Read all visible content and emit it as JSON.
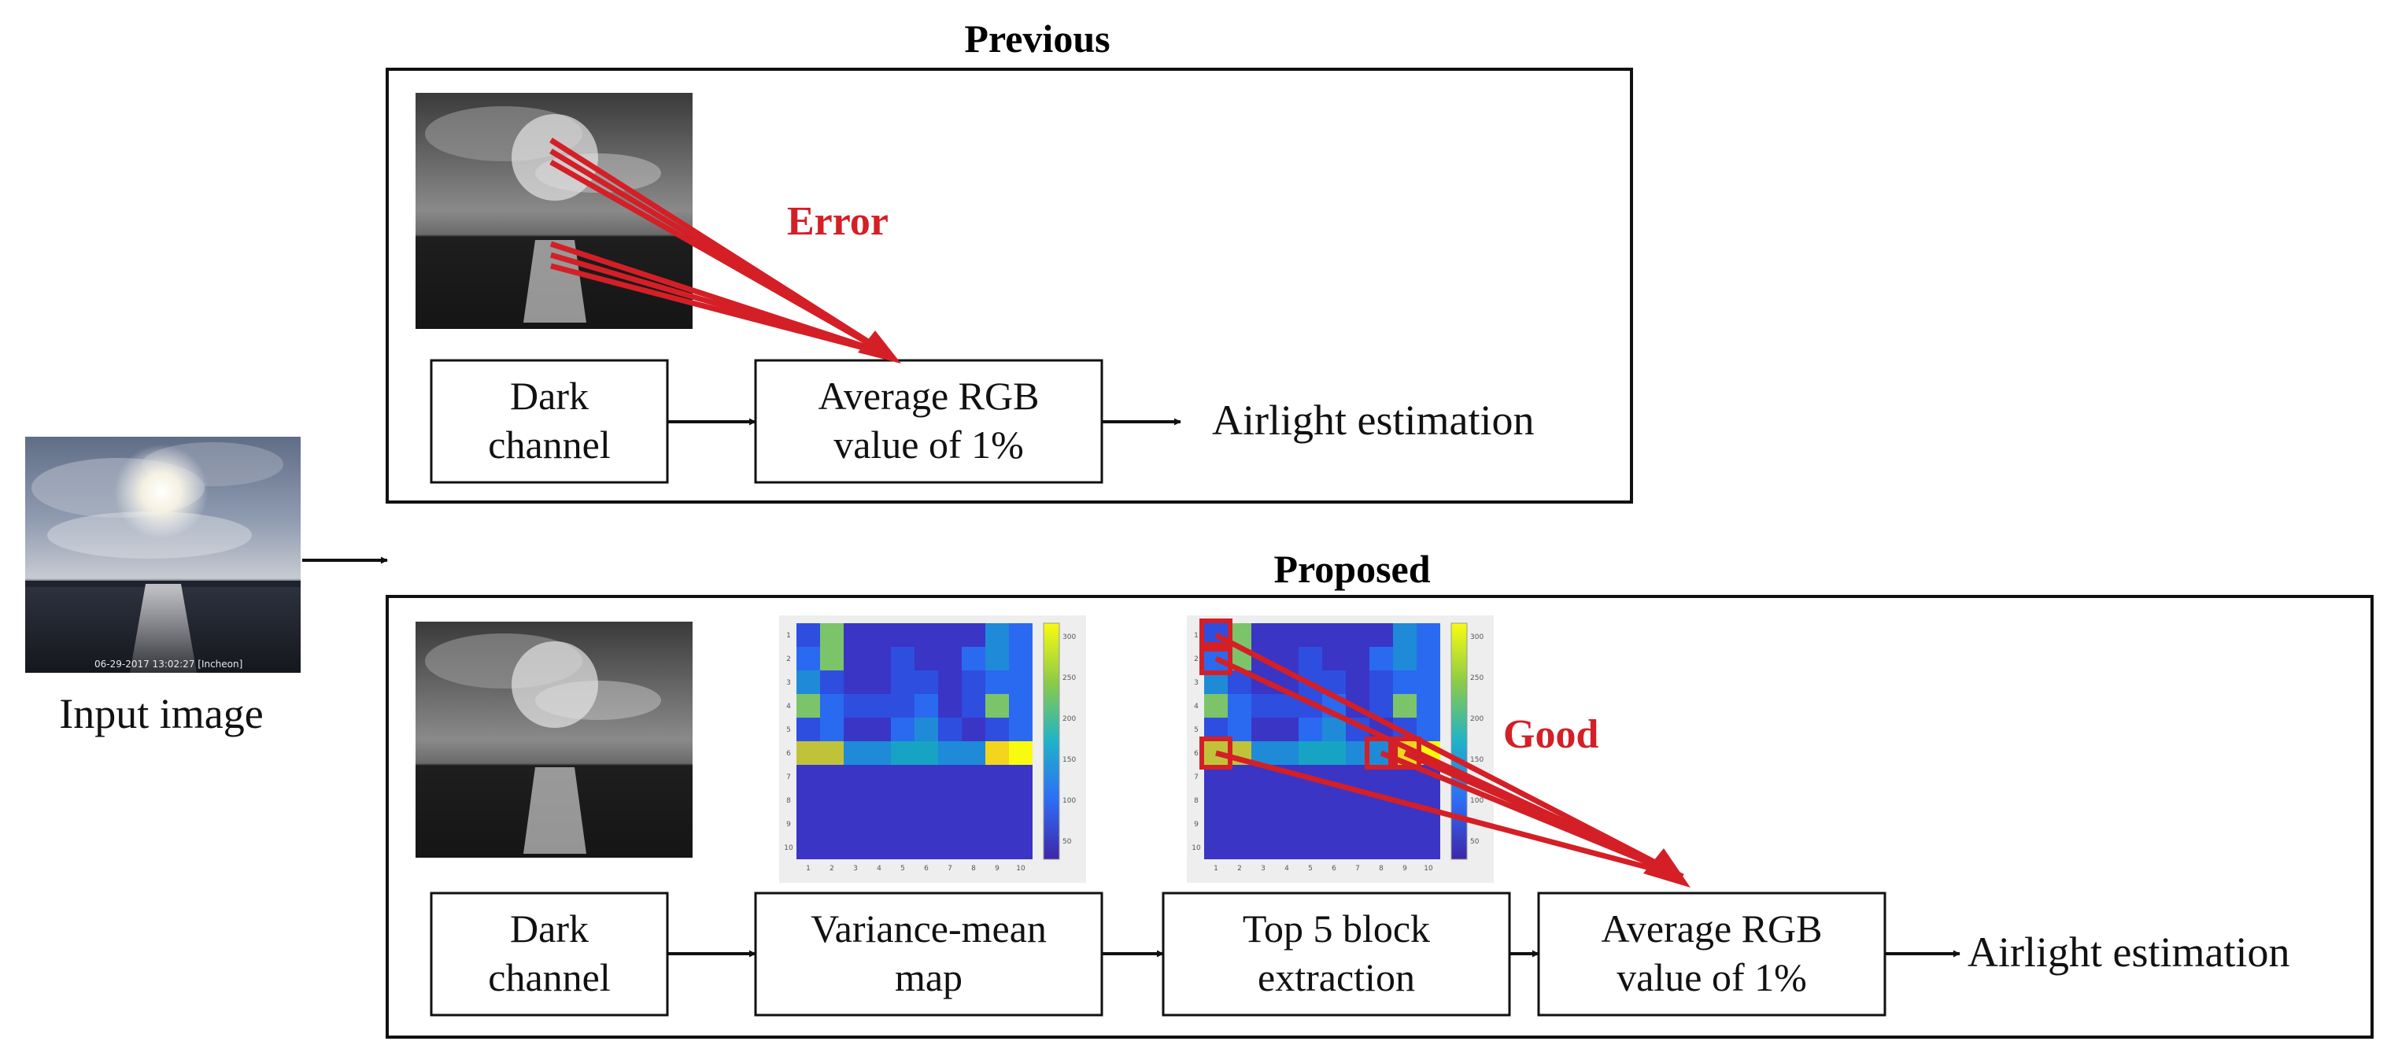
{
  "colors": {
    "accent": "#d41f26",
    "frame": "#111111"
  },
  "input_image": {
    "label": "Input image",
    "timestamp": "06-29-2017 13:02:27 [Incheon]"
  },
  "previous": {
    "title": "Previous",
    "annotation": "Error",
    "steps": [
      {
        "line1": "Dark",
        "line2": "channel"
      },
      {
        "line1": "Average RGB",
        "line2": "value of 1%"
      }
    ],
    "output": "Airlight estimation"
  },
  "proposed": {
    "title": "Proposed",
    "annotation": "Good",
    "steps": [
      {
        "line1": "Dark",
        "line2": "channel"
      },
      {
        "line1": "Variance-mean",
        "line2": "map"
      },
      {
        "line1": "Top 5 block",
        "line2": "extraction"
      },
      {
        "line1": "Average RGB",
        "line2": "value of 1%"
      }
    ],
    "output": "Airlight estimation"
  },
  "heatmap": {
    "row_ticks": [
      "1",
      "2",
      "3",
      "4",
      "5",
      "6",
      "7",
      "8",
      "9",
      "10"
    ],
    "col_ticks": [
      "1",
      "2",
      "3",
      "4",
      "5",
      "6",
      "7",
      "8",
      "9",
      "10"
    ],
    "colorbar_ticks": [
      "300",
      "250",
      "200",
      "150",
      "100",
      "50"
    ],
    "grid": [
      [
        2,
        7,
        1,
        1,
        1,
        1,
        1,
        1,
        4,
        3
      ],
      [
        3,
        7,
        1,
        1,
        2,
        1,
        1,
        3,
        4,
        3
      ],
      [
        4,
        2,
        1,
        1,
        2,
        2,
        1,
        2,
        3,
        3
      ],
      [
        7,
        3,
        2,
        2,
        2,
        3,
        1,
        2,
        7,
        3
      ],
      [
        2,
        3,
        1,
        1,
        3,
        4,
        2,
        1,
        2,
        3
      ],
      [
        8,
        8,
        4,
        4,
        5,
        5,
        4,
        4,
        9,
        10
      ],
      [
        1,
        1,
        1,
        1,
        1,
        1,
        1,
        1,
        1,
        1
      ],
      [
        1,
        1,
        1,
        1,
        1,
        1,
        1,
        1,
        1,
        1
      ],
      [
        1,
        1,
        1,
        1,
        1,
        1,
        1,
        1,
        1,
        1
      ],
      [
        1,
        1,
        1,
        1,
        1,
        1,
        1,
        1,
        1,
        1
      ]
    ],
    "top5_blocks": [
      [
        0,
        0
      ],
      [
        1,
        0
      ],
      [
        5,
        0
      ],
      [
        5,
        7
      ],
      [
        5,
        8
      ]
    ]
  }
}
